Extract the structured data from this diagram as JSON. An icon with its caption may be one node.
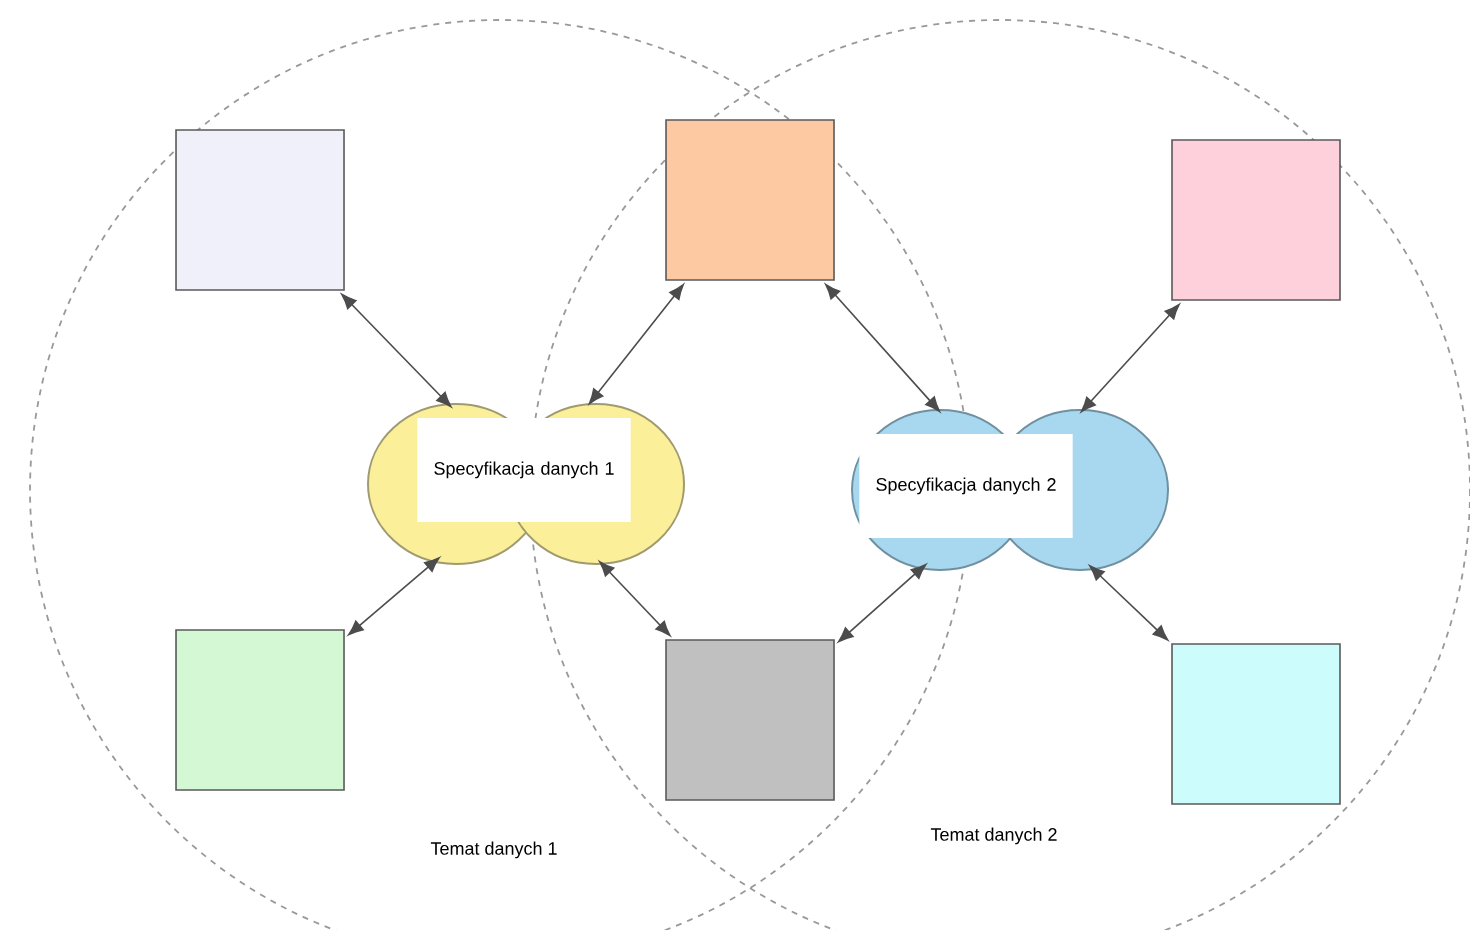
{
  "diagram": {
    "nodes": [
      {
        "text": [],
        "shape": "box"
      },
      {
        "text": [],
        "shape": "box"
      },
      {
        "text": [],
        "shape": "box"
      },
      {
        "text": [
          "Specyfikacja danych 1"
        ]
      },
      {
        "text": [
          "Specyfikacja danych 2"
        ]
      },
      {
        "text": [],
        "shape": "box"
      },
      {
        "text": [],
        "shape": "box"
      },
      {
        "text": [],
        "shape": "box"
      }
    ],
    "edges": [
      {
        "from": 0,
        "to": 3,
        "arrow": "both"
      },
      {
        "from": 1,
        "to": 3,
        "arrow": "both"
      },
      {
        "from": 1,
        "to": 4,
        "arrow": "both"
      },
      {
        "from": 2,
        "to": 4,
        "arrow": "both"
      },
      {
        "from": 5,
        "to": 3,
        "arrow": "both"
      },
      {
        "from": 6,
        "to": 3,
        "arrow": "both"
      },
      {
        "from": 6,
        "to": 4,
        "arrow": "both"
      },
      {
        "from": 7,
        "to": 4,
        "arrow": "both"
      }
    ],
    "labels": [
      "Temat danych 1",
      "Temat danych 2"
    ]
  }
}
